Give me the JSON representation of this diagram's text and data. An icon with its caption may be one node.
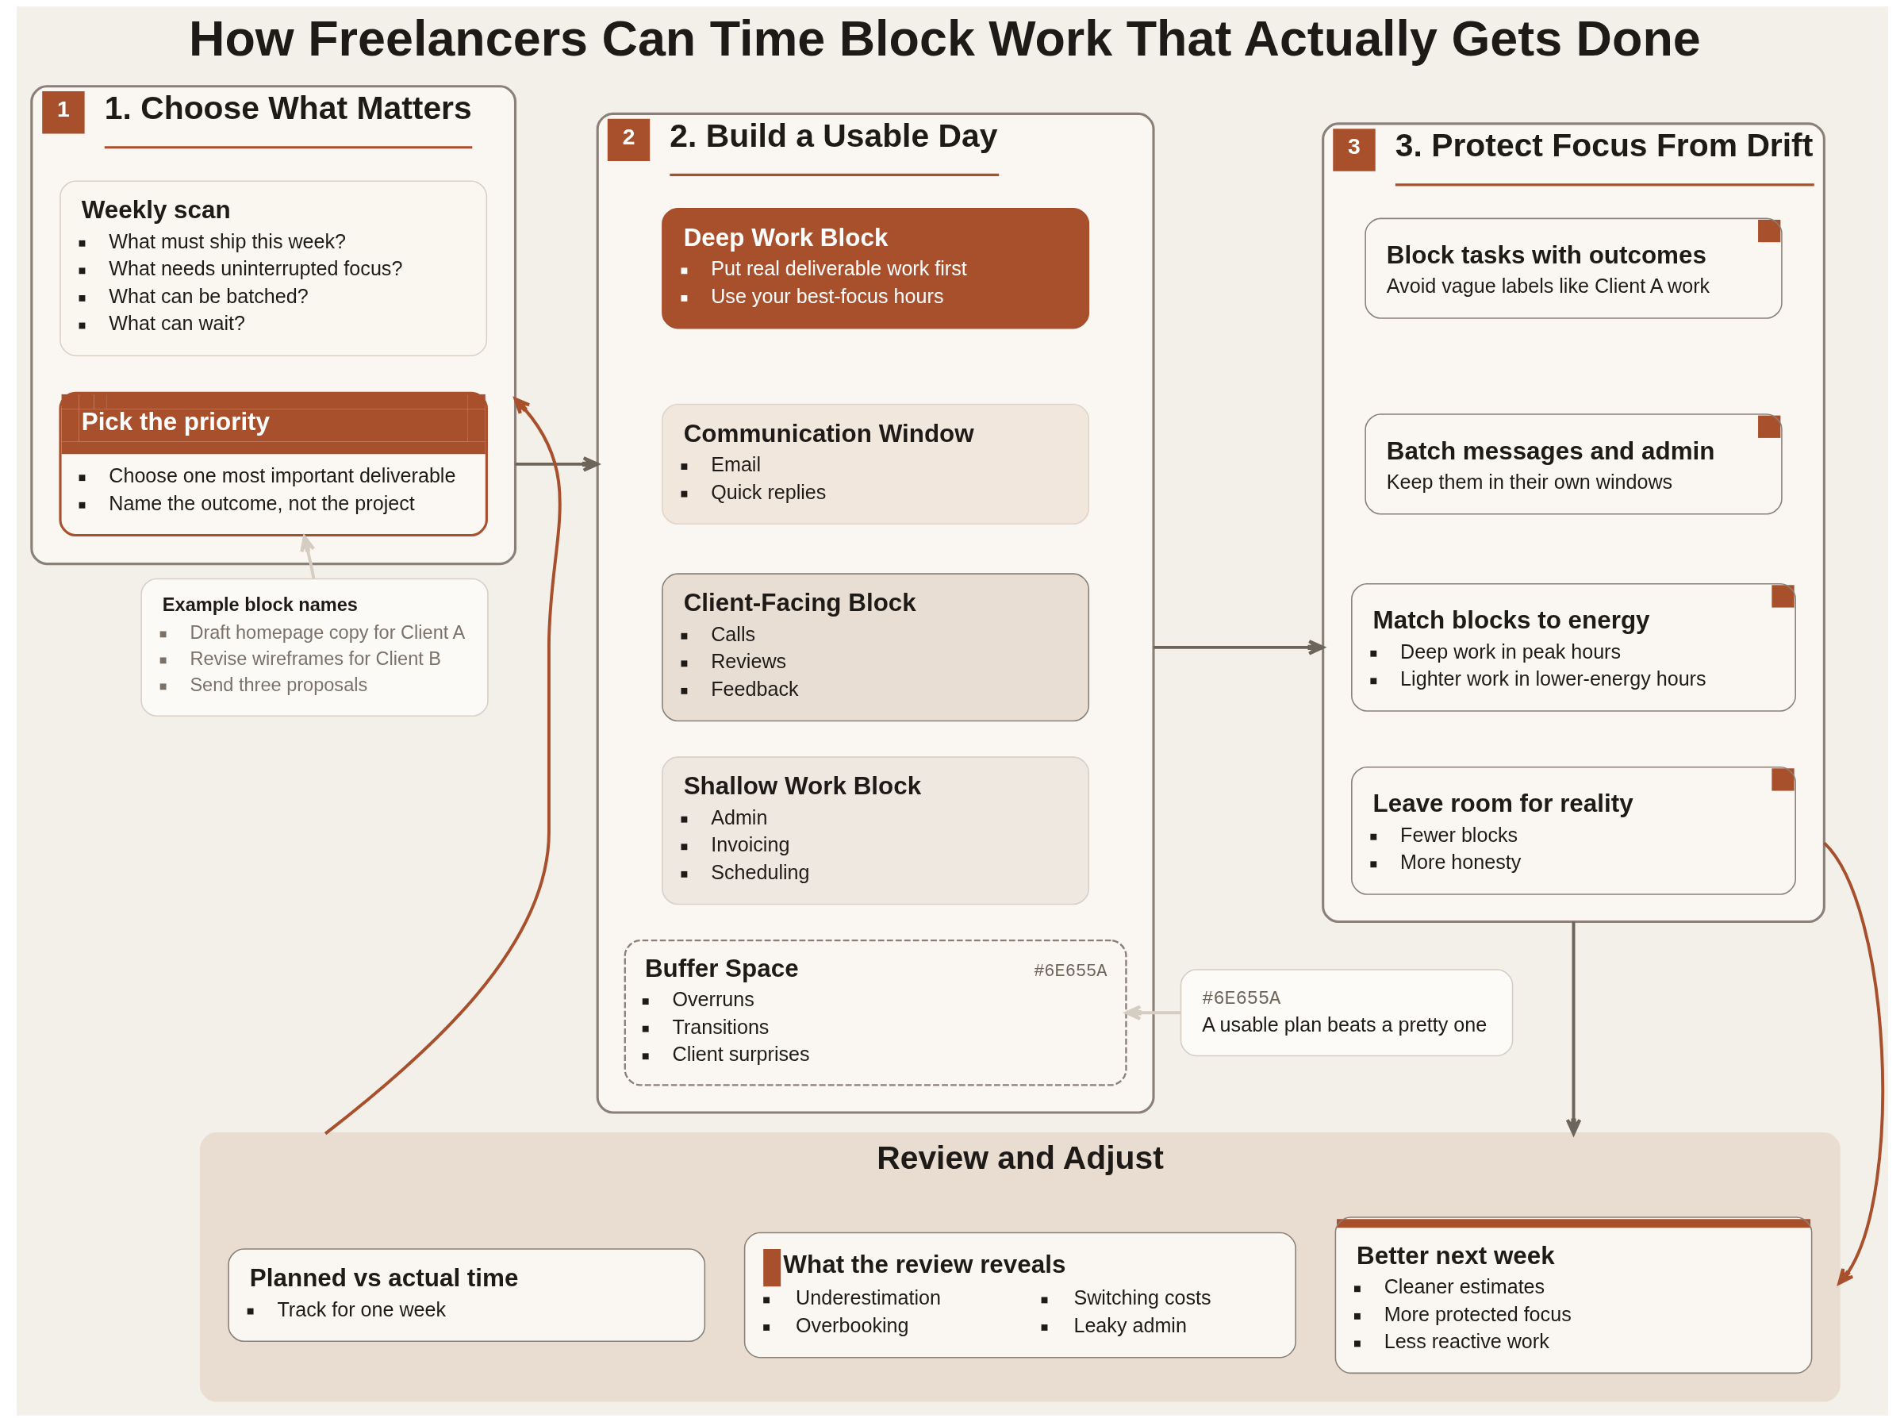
{
  "diagram": {
    "title": "How Freelancers Can Time Block Work That Actually Gets Done",
    "nodes": [
      {
        "text": [
          "1",
          "1. Choose What Matters"
        ]
      },
      {
        "text": [
          "Weekly scan",
          "What must ship this week?",
          "What needs uninterrupted focus?",
          "What can be batched?",
          "What can wait?"
        ],
        "in": 0
      },
      {
        "text": [
          "Pick the priority",
          "Choose one most important deliverable",
          "Name the outcome, not the project"
        ],
        "in": 0
      },
      {
        "text": [
          "Example block names",
          "Draft homepage copy for Client A",
          "Revise wireframes for Client B",
          "Send three proposals"
        ]
      },
      {
        "text": [
          "2",
          "2. Build a Usable Day"
        ]
      },
      {
        "text": [
          "Deep Work Block",
          "Put real deliverable work first",
          "Use your best-focus hours"
        ],
        "in": 4
      },
      {
        "text": [
          "Communication Window",
          "Email",
          "Quick replies"
        ],
        "in": 4
      },
      {
        "text": [
          "Client-Facing Block",
          "Calls",
          "Reviews",
          "Feedback"
        ],
        "in": 4
      },
      {
        "text": [
          "Shallow Work Block",
          "Admin",
          "Invoicing",
          "Scheduling"
        ],
        "in": 4
      },
      {
        "text": [
          "Buffer Space",
          "#6E655A",
          "Overruns",
          "Transitions",
          "Client surprises"
        ],
        "in": 4
      },
      {
        "text": [
          "#6E655A",
          "A usable plan beats a pretty one"
        ]
      },
      {
        "text": [
          "3",
          "3. Protect Focus From Drift"
        ]
      },
      {
        "text": [
          "Block tasks with outcomes",
          "Avoid vague labels like Client A work"
        ],
        "in": 11
      },
      {
        "text": [
          "Batch messages and admin",
          "Keep them in their own windows"
        ],
        "in": 11
      },
      {
        "text": [
          "Match blocks to energy",
          "Deep work in peak hours",
          "Lighter work in lower-energy hours"
        ],
        "in": 11
      },
      {
        "text": [
          "Leave room for reality",
          "Fewer blocks",
          "More honesty"
        ],
        "in": 11
      },
      {
        "text": [
          "Review and Adjust"
        ]
      },
      {
        "text": [
          "Planned vs actual time",
          "Track for one week"
        ],
        "in": 16
      },
      {
        "text": [
          "What the review reveals",
          "Underestimation",
          "Overbooking",
          "Switching costs",
          "Leaky admin"
        ],
        "in": 16
      },
      {
        "text": [
          "Better next week",
          "Cleaner estimates",
          "More protected focus",
          "Less reactive work"
        ],
        "in": 16
      }
    ],
    "edges": [
      {
        "from": 0,
        "to": 4,
        "arrow": "to"
      },
      {
        "from": 4,
        "to": 11,
        "arrow": "to"
      },
      {
        "from": 11,
        "to": 16,
        "arrow": "to"
      },
      {
        "from": 11,
        "to": 16,
        "arrow": "to",
        "color": "#a84f2c"
      },
      {
        "from": 16,
        "to": 0,
        "arrow": "to",
        "color": "#a84f2c"
      },
      {
        "from": 3,
        "to": 2,
        "arrow": "to",
        "color": "#d6cdc2"
      },
      {
        "from": 10,
        "to": 9,
        "arrow": "to",
        "color": "#d6cdc2"
      }
    ]
  }
}
